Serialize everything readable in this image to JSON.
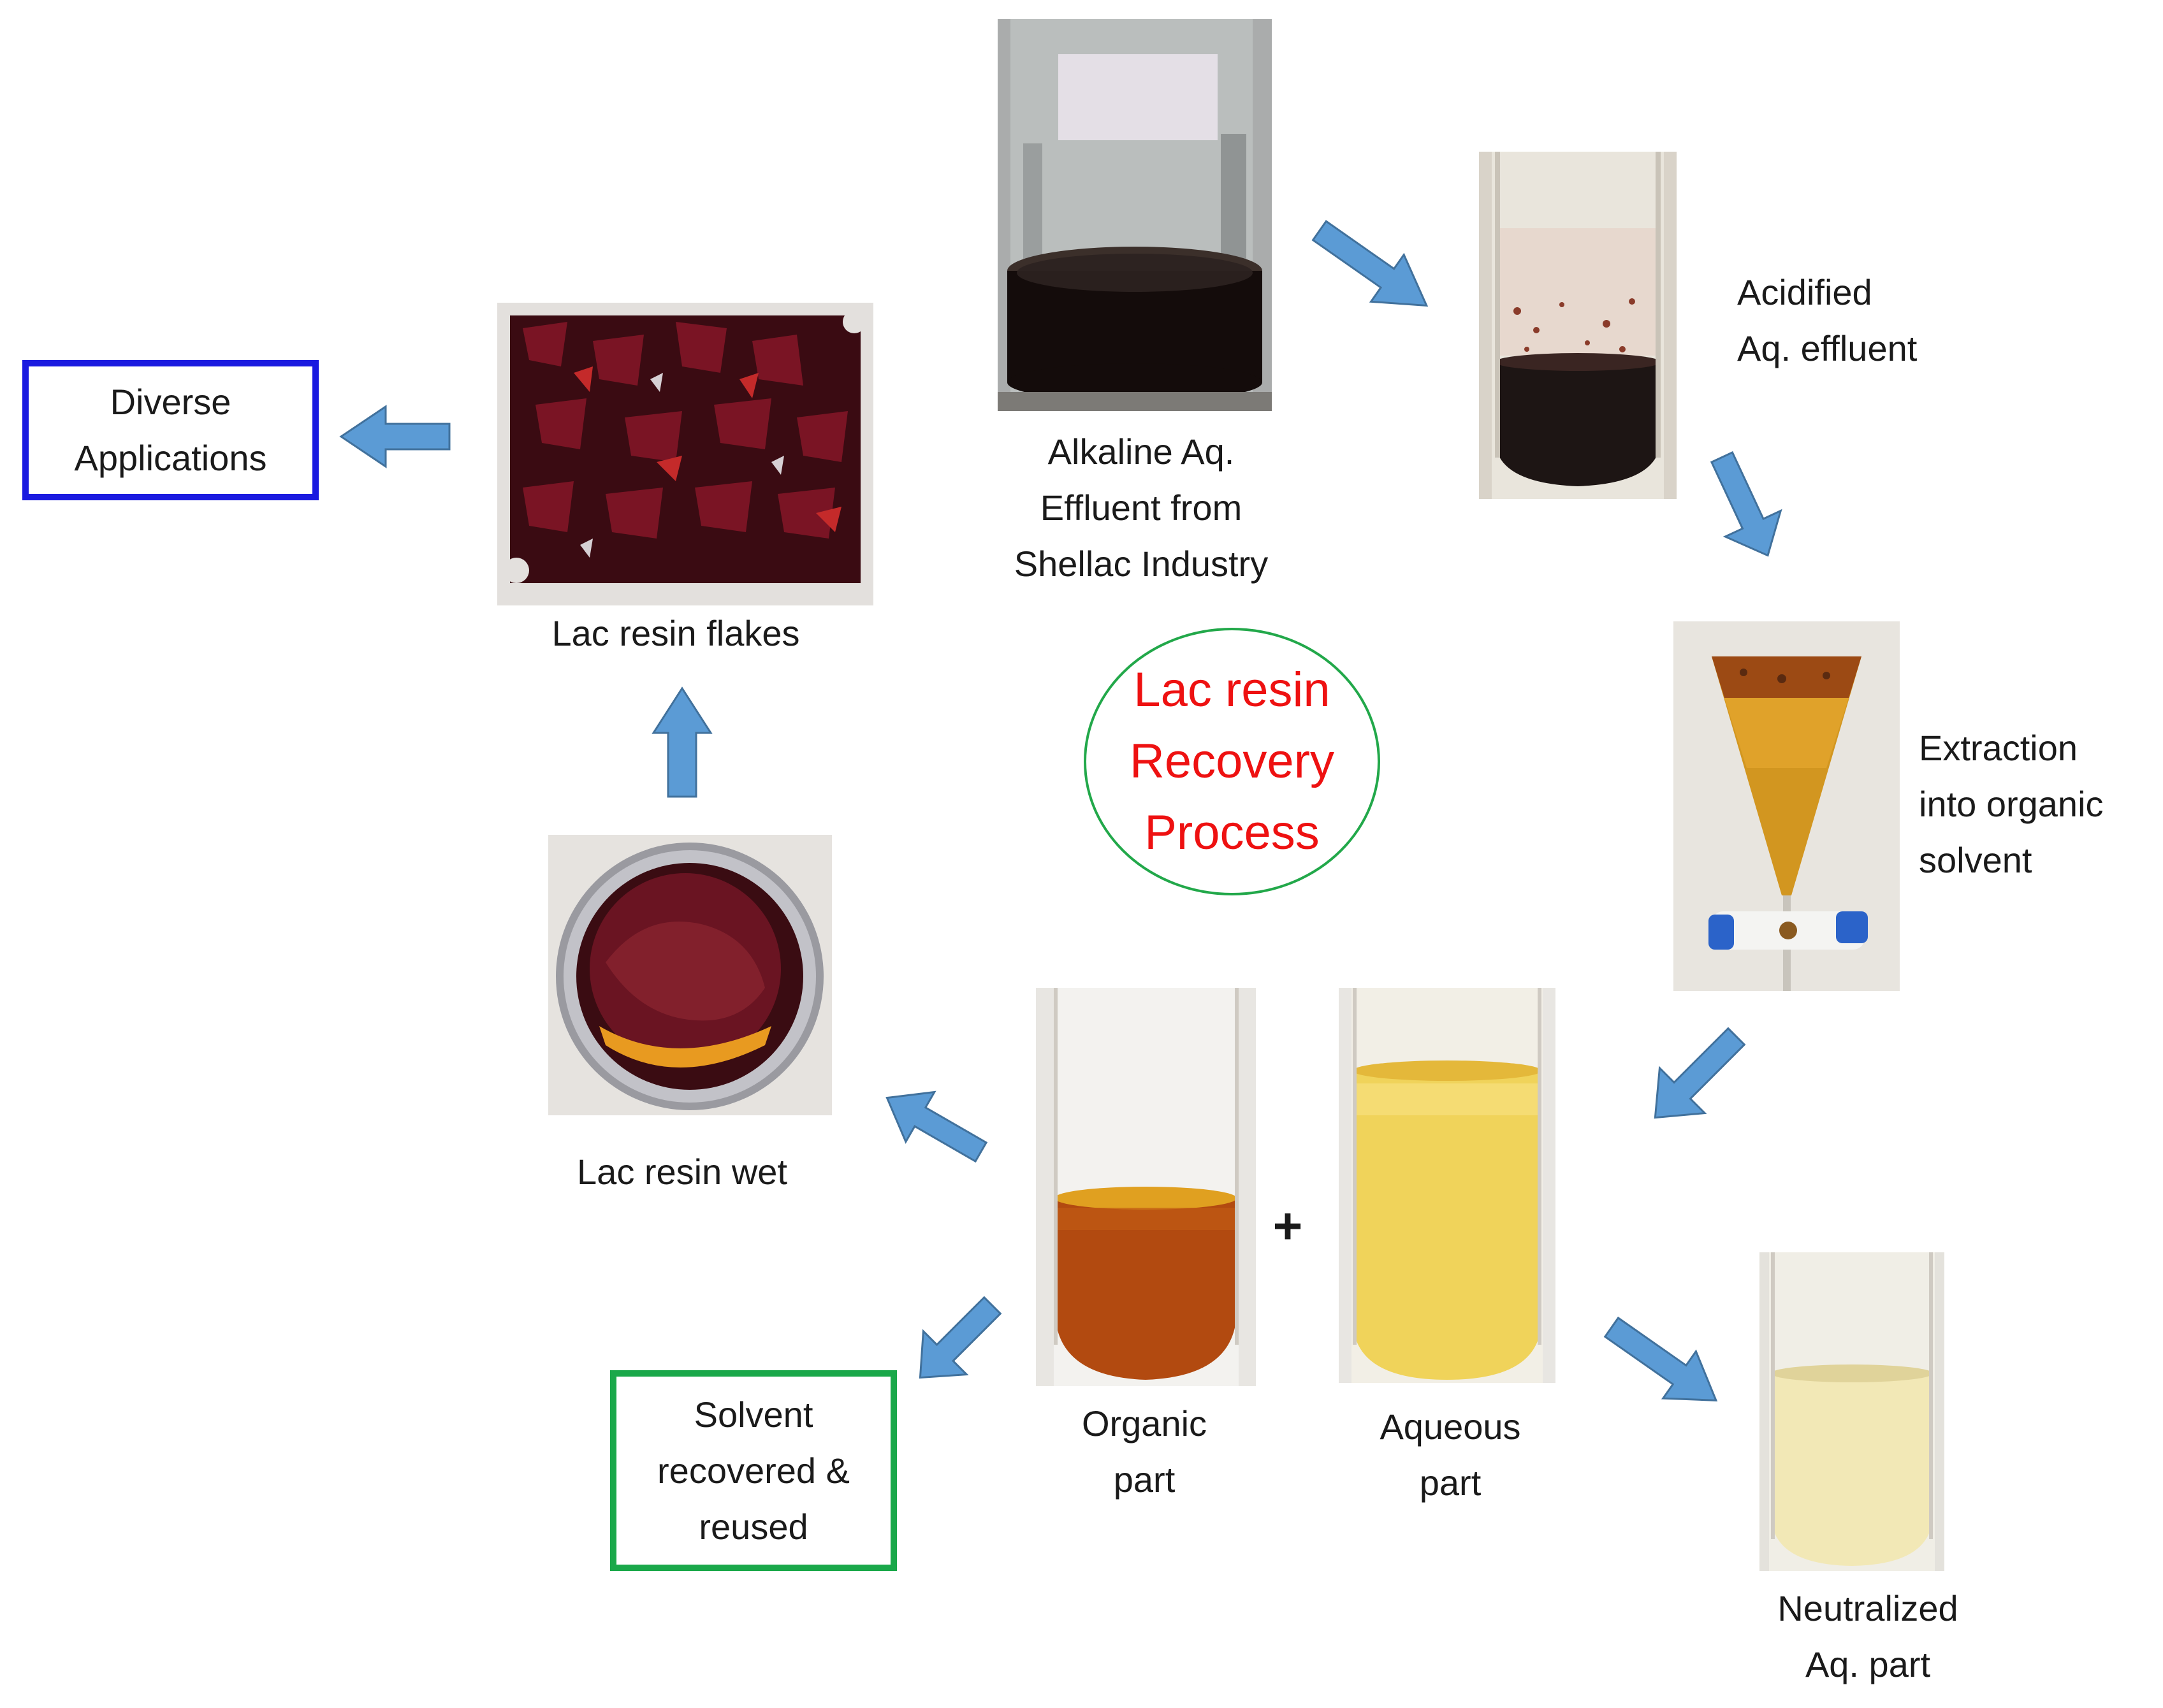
{
  "center_title": {
    "lines": [
      "Lac resin",
      "Recovery",
      "Process"
    ],
    "text_color": "#ee1111",
    "border_color": "#22a84a"
  },
  "steps": {
    "alkaline_effluent": {
      "lines": [
        "Alkaline Aq.",
        "Effluent from",
        "Shellac Industry"
      ]
    },
    "acidified_effluent": {
      "lines": [
        "Acidified",
        "Aq. effluent"
      ]
    },
    "extraction": {
      "lines": [
        "Extraction",
        "into organic",
        "solvent"
      ]
    },
    "organic_part": {
      "lines": [
        "Organic",
        "part"
      ]
    },
    "aqueous_part": {
      "lines": [
        "Aqueous",
        "part"
      ]
    },
    "plus_sign": "+",
    "neutralized_part": {
      "lines": [
        "Neutralized",
        "Aq. part"
      ]
    },
    "lac_resin_wet": {
      "label": "Lac resin wet"
    },
    "lac_resin_flakes": {
      "label": "Lac resin flakes"
    },
    "diverse_applications": {
      "lines": [
        "Diverse",
        "Applications"
      ],
      "border_color": "#1a1ae0"
    },
    "solvent_recovered": {
      "lines": [
        "Solvent",
        "recovered &",
        "reused"
      ],
      "border_color": "#1aa84a"
    }
  },
  "colors": {
    "arrow_fill": "#5b9bd5",
    "arrow_stroke": "#41719c",
    "label_text": "#1a1a1a"
  }
}
